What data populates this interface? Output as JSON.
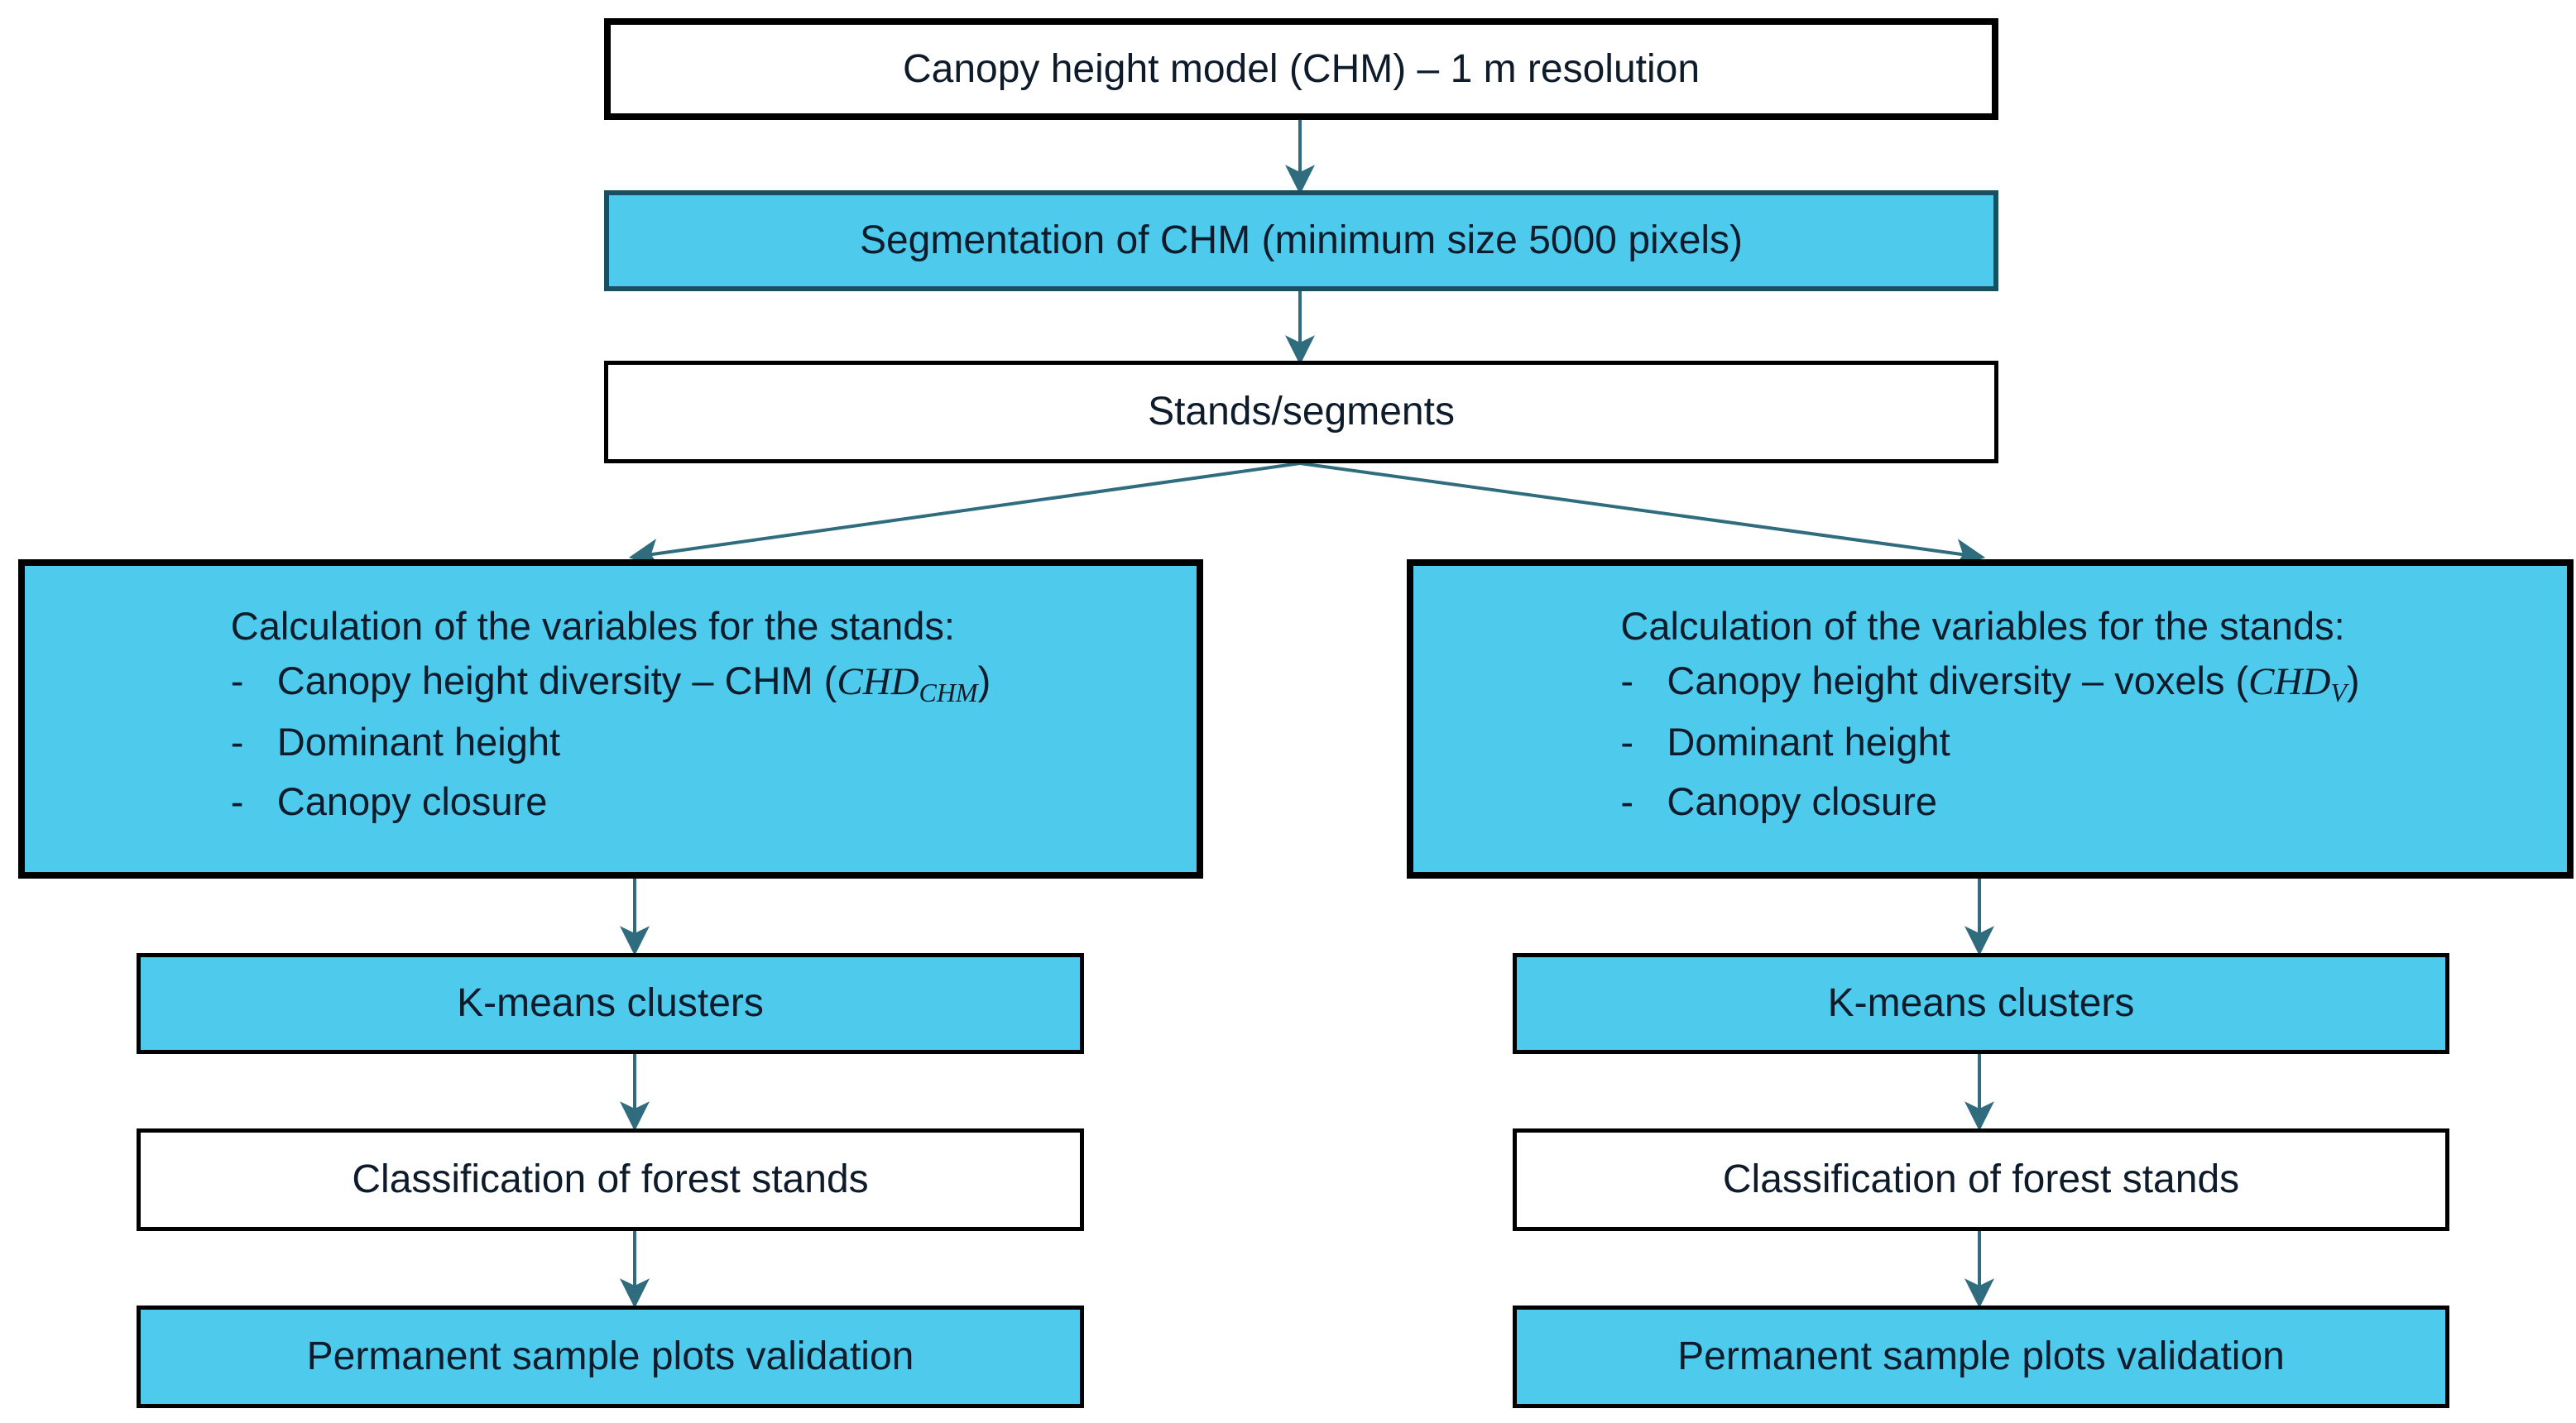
{
  "diagram": {
    "title_text": "",
    "colors": {
      "blue_fill": "#4ECAED",
      "white_fill": "#FFFFFF",
      "border_black": "#000000",
      "border_teal": "#18505F",
      "connector": "#2E6C7E",
      "text": "#0D1B2A"
    },
    "nodes": {
      "chm": "Canopy height model (CHM) – 1 m resolution",
      "segmentation": "Segmentation of CHM (minimum size 5000 pixels)",
      "stands": "Stands/segments",
      "left_vars": {
        "heading": "Calculation of the variables for the stands:",
        "bullet_marker": "-",
        "items": [
          {
            "text_before": "Canopy height diversity – CHM (",
            "symbol": "CHD",
            "subscript": "CHM",
            "text_after": ")"
          },
          {
            "text_before": "Dominant height",
            "symbol": "",
            "subscript": "",
            "text_after": ""
          },
          {
            "text_before": "Canopy closure",
            "symbol": "",
            "subscript": "",
            "text_after": ""
          }
        ]
      },
      "right_vars": {
        "heading": "Calculation of the variables for the stands:",
        "bullet_marker": "-",
        "items": [
          {
            "text_before": "Canopy height diversity – voxels (",
            "symbol": "CHD",
            "subscript": "V",
            "text_after": ")"
          },
          {
            "text_before": "Dominant height",
            "symbol": "",
            "subscript": "",
            "text_after": ""
          },
          {
            "text_before": "Canopy closure",
            "symbol": "",
            "subscript": "",
            "text_after": ""
          }
        ]
      },
      "left_kmeans": "K-means clusters",
      "right_kmeans": "K-means clusters",
      "left_classification": "Classification of forest stands",
      "right_classification": "Classification of forest stands",
      "left_validation": "Permanent sample plots validation",
      "right_validation": "Permanent sample plots validation"
    }
  }
}
